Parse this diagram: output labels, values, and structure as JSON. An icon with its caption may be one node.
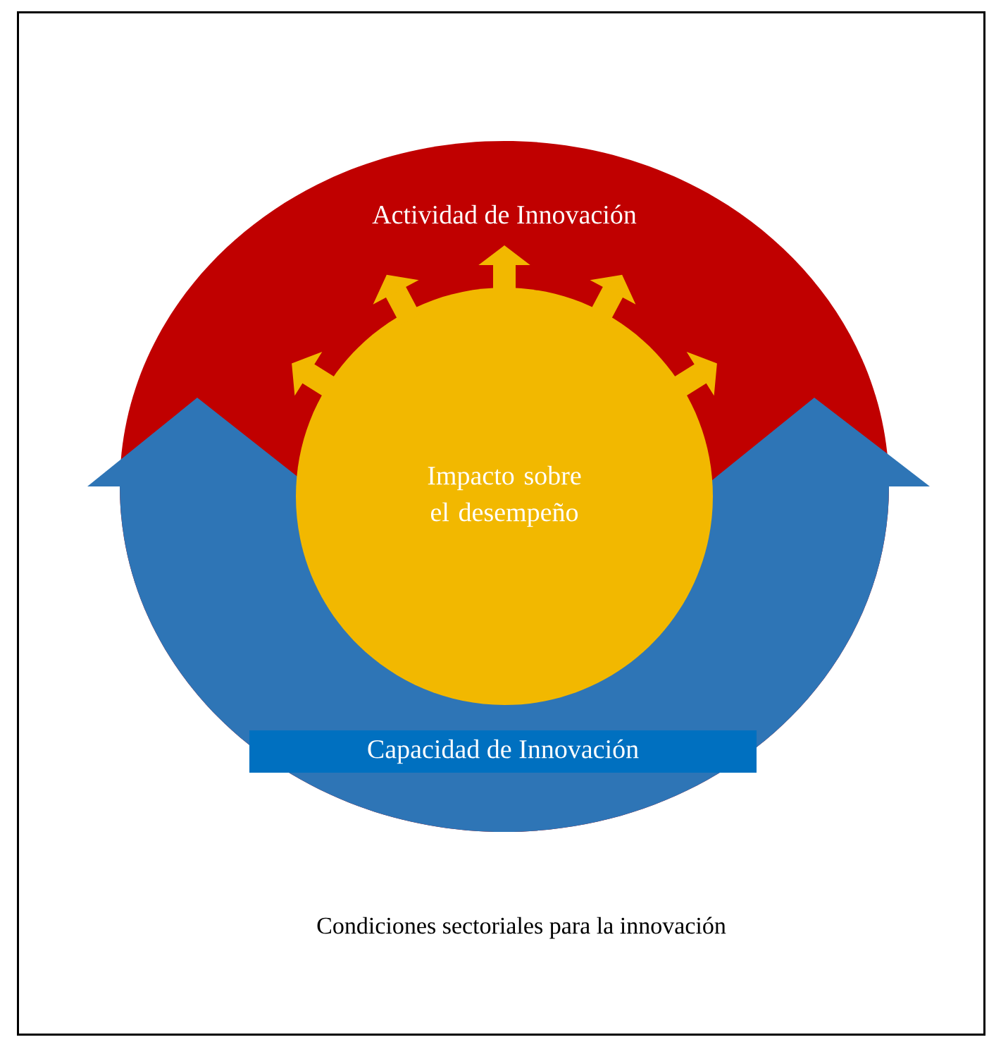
{
  "diagram": {
    "nodes": [
      {
        "text": [
          "Condiciones sectoriales para la innovación"
        ]
      },
      {
        "text": [
          "Actividad de Innovación"
        ],
        "in": 0
      },
      {
        "text": [
          "Impacto sobre el desempeño"
        ],
        "in": 1
      },
      {
        "text": [
          "Capacidad de Innovación"
        ],
        "in": 0
      }
    ]
  }
}
